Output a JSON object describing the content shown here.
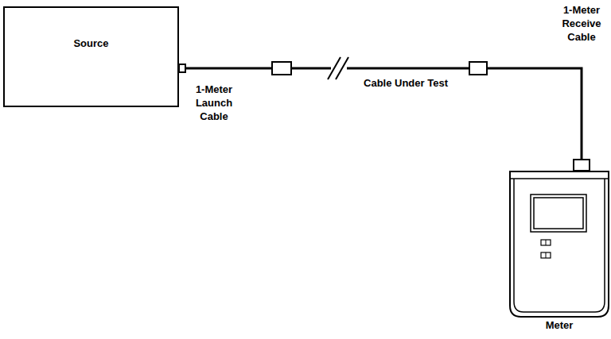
{
  "diagram": {
    "nodes": [
      {
        "text": [
          "Source"
        ]
      },
      {
        "text": [
          "Meter"
        ]
      }
    ],
    "edges": [
      {
        "from": 0,
        "to": 1,
        "arrow": "none"
      }
    ],
    "labels": [
      "1-Meter Launch Cable",
      "Cable Under Test",
      "1-Meter Receive Cable"
    ]
  }
}
